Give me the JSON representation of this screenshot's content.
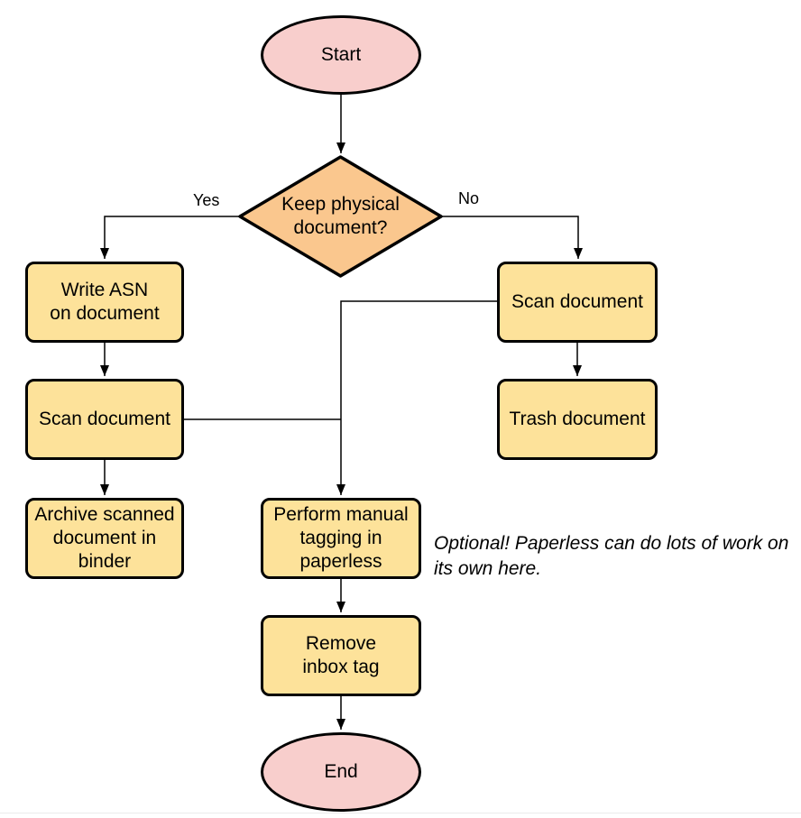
{
  "diagram": {
    "colors": {
      "background": "#ffffff",
      "terminal_fill": "#f8cecc",
      "process_fill": "#fde29a",
      "decision_fill": "#fac78e",
      "stroke": "#000000"
    },
    "nodes": {
      "start": {
        "label": "Start",
        "shape": "ellipse"
      },
      "decision": {
        "label": "Keep physical\ndocument?",
        "shape": "diamond"
      },
      "write_asn": {
        "label": "Write ASN\non document",
        "shape": "rect"
      },
      "scan_left": {
        "label": "Scan document",
        "shape": "rect"
      },
      "archive": {
        "label": "Archive scanned\ndocument in\nbinder",
        "shape": "rect"
      },
      "scan_right": {
        "label": "Scan document",
        "shape": "rect"
      },
      "trash": {
        "label": "Trash document",
        "shape": "rect"
      },
      "tagging": {
        "label": "Perform manual\ntagging in\npaperless",
        "shape": "rect"
      },
      "remove_inbox": {
        "label": "Remove\ninbox tag",
        "shape": "rect"
      },
      "end": {
        "label": "End",
        "shape": "ellipse"
      }
    },
    "edge_labels": {
      "yes": "Yes",
      "no": "No"
    },
    "note": {
      "text": "Optional! Paperless can do lots of work on\nits own here."
    }
  }
}
